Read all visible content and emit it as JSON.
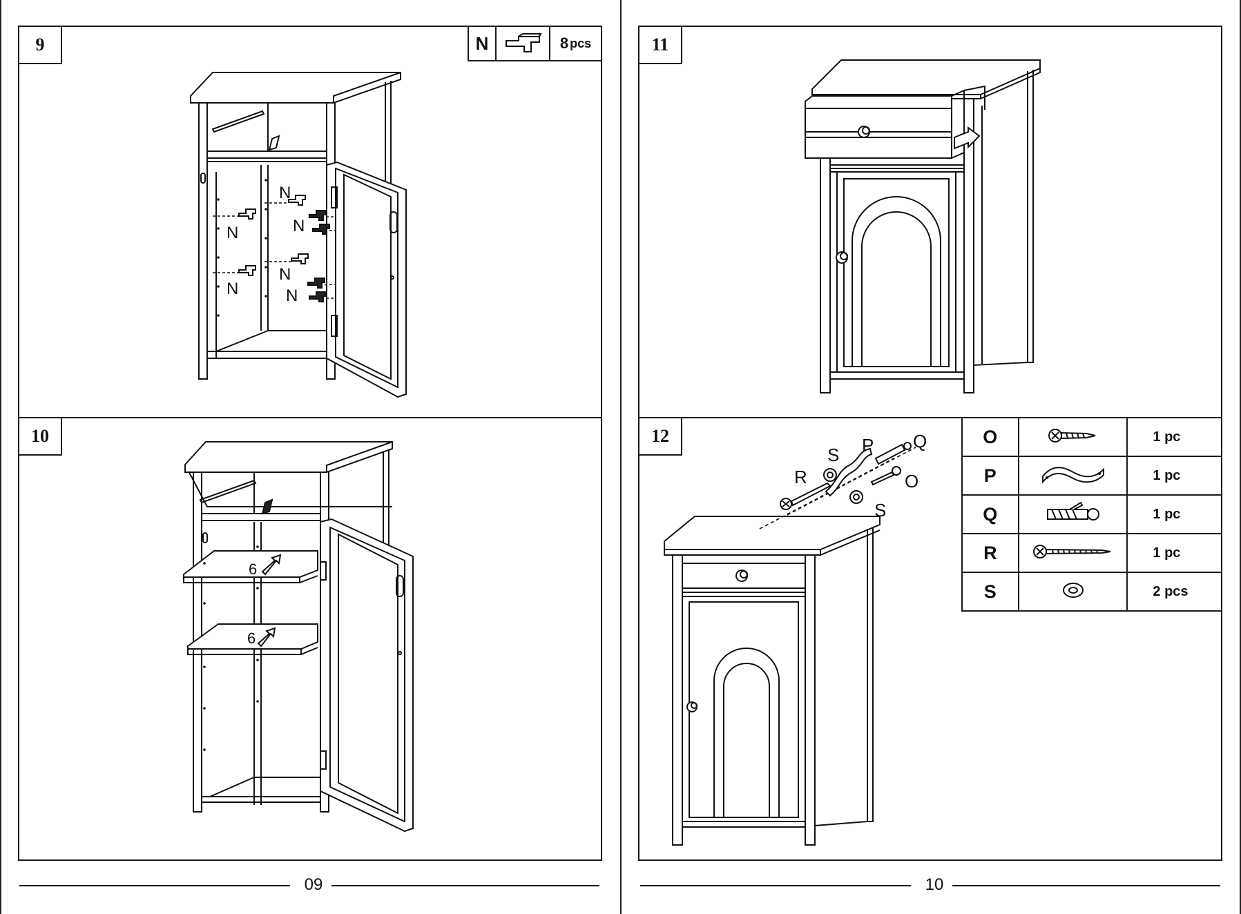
{
  "pages": [
    {
      "number": "09"
    },
    {
      "number": "10"
    }
  ],
  "steps": {
    "s9": {
      "number": "9",
      "hardware": {
        "letter": "N",
        "icon": "shelf-support-peg-icon",
        "qty": "8",
        "unit": "pcs"
      },
      "callout": "N"
    },
    "s10": {
      "number": "10",
      "callout": "6"
    },
    "s11": {
      "number": "11"
    },
    "s12": {
      "number": "12",
      "callouts": {
        "o": "O",
        "p": "P",
        "q": "Q",
        "r": "R",
        "s": "S"
      },
      "parts": [
        {
          "letter": "O",
          "icon": "short-screw-icon",
          "qty": "1 pc"
        },
        {
          "letter": "P",
          "icon": "strap-bracket-icon",
          "qty": "1 pc"
        },
        {
          "letter": "Q",
          "icon": "wall-anchor-icon",
          "qty": "1 pc"
        },
        {
          "letter": "R",
          "icon": "long-screw-icon",
          "qty": "1 pc"
        },
        {
          "letter": "S",
          "icon": "washer-icon",
          "qty": "2 pcs"
        }
      ]
    }
  }
}
